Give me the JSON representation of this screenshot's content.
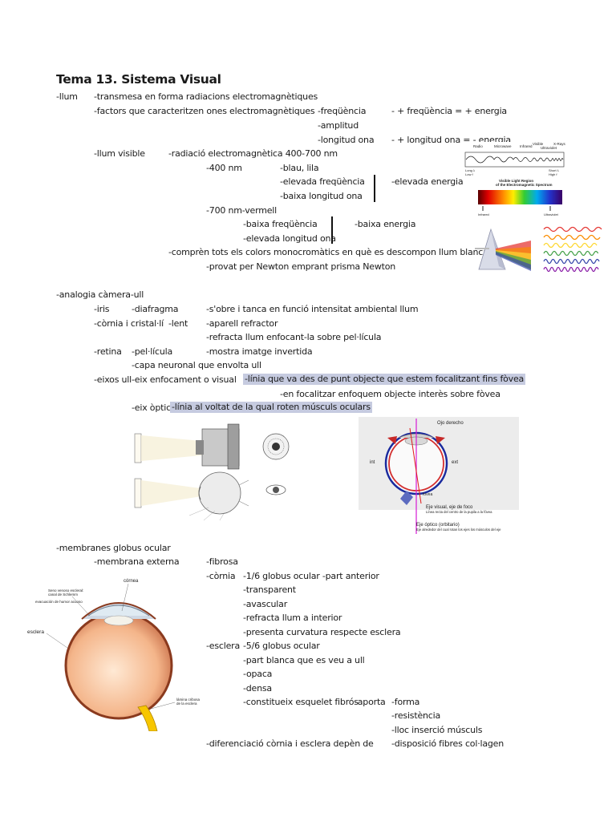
{
  "title": "Tema 13. Sistema Visual",
  "lines": [
    "-llum",
    "-transmesa en forma radiacions electromagnètiques",
    "-factors que caracteritzen ones electromagnètiques",
    "-freqüència",
    "- + freqüència = + energia",
    "-amplitud",
    "-longitud ona",
    "- + longitud ona = - energia",
    "-llum visible",
    "-radiació electromagnètica 400-700 nm",
    "-400 nm",
    "-blau, lila",
    "-elevada freqüència",
    "-elevada energia",
    "-baixa longitud ona",
    "-700 nm-vermell",
    "-baixa freqüència",
    "-baixa energia",
    "-elevada longitud ona",
    "-comprèn tots els colors monocromàtics en què es descompon llum blanca",
    "-provat per Newton emprant prisma Newton",
    "-analogia càmera-ull",
    "-iris",
    "-diafragma",
    "-s'obre i tanca en funció intensitat ambiental llum",
    "-còrnia i cristal·lí",
    "-lent",
    "-aparell refractor",
    "-refracta llum enfocant-la sobre pel·lícula",
    "-retina",
    "-pel·lícula",
    "-mostra imatge invertida",
    "-capa neuronal que envolta ull",
    "-eixos ull",
    "-eix enfocament o visual",
    "-línia que va des de punt objecte que estem focalitzant fins fòvea",
    "-en focalitzar enfoquem objecte interès sobre fòvea",
    "-eix òptic",
    "-línia al voltat de la qual roten músculs oculars",
    "-membranes globus ocular",
    "-membrana externa",
    "-fibrosa",
    "-còrnia",
    "-1/6 globus ocular -part anterior",
    "-transparent",
    "-avascular",
    "-refracta llum a interior",
    "-presenta curvatura respecte esclera",
    "-esclera",
    "-5/6 globus ocular",
    "-part blanca que es veu a ull",
    "-opaca",
    "-densa",
    "-constitueix esquelet fibrós",
    "-aporta",
    "-forma",
    "-resistència",
    "-lloc inserció músculs",
    "-diferenciació còrnia i esclera depèn de",
    "-disposició fibres col·lagen"
  ],
  "figures": {
    "spectrum": {
      "top_labels": [
        "Radio",
        "Microwave",
        "Infrared",
        "Visible",
        "Ultraviolet",
        "X-Rays"
      ],
      "left_label1": "Long λ",
      "left_label2": "Low f",
      "right_label1": "Short λ",
      "right_label2": "High f",
      "visible_caption1": "Visible Light Region",
      "visible_caption2": "of the Electromagnetic Spectrum",
      "bottom_left": "Infrared",
      "bottom_right": "Ultraviolet"
    },
    "eye_focus": {
      "title": "Ojo derecho",
      "int": "int",
      "ext": "ext",
      "fovea": "fovea",
      "visual_axis": "Eje visual, eje de foco",
      "visual_axis_desc": "Línea recta del centro de la pupila a la fóvea",
      "optic_axis": "Eje óptico (orbitario)",
      "optic_axis_desc": "Eje alrededor del cual rotan los ejes los músculos del eje"
    },
    "cross_section": {
      "cornea": "córnea",
      "canal1": "Seno venoso escleral:",
      "canal2": "canal de Schlemm",
      "drain": "evacuación de humor acuoso",
      "sclera": "esclera",
      "lamina1": "lámina cribosa",
      "lamina2": "de la esclera"
    }
  },
  "colors": {
    "highlight": "#c6cbe0",
    "optic_axis_line": "#d61ad6",
    "visual_axis_line": "#e01c1c"
  }
}
